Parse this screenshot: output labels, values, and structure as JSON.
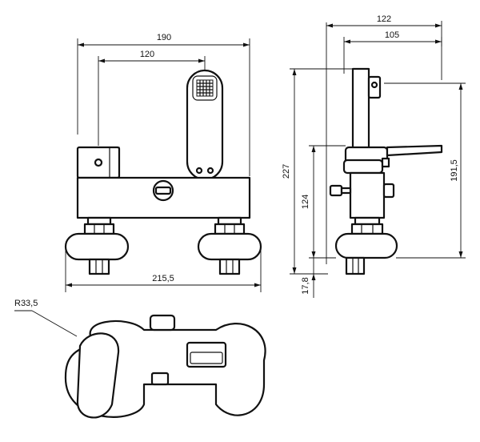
{
  "dimensions": {
    "front_width_top": "190",
    "front_spout_offset": "120",
    "front_width_bottom": "215,5",
    "side_depth_outer": "122",
    "side_depth_inner": "105",
    "side_total_height": "227",
    "side_spout_height": "191,5",
    "side_inlet_height": "124",
    "side_base_height": "17,8",
    "plan_radius": "R33,5"
  }
}
